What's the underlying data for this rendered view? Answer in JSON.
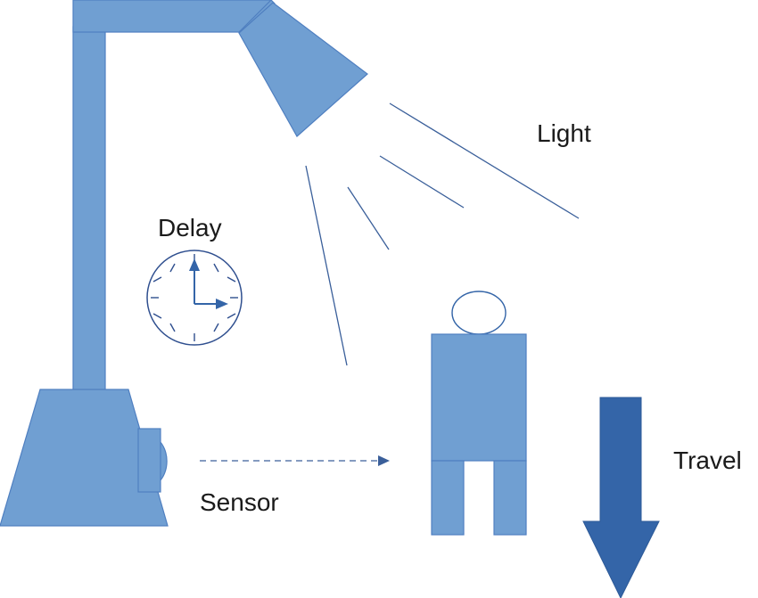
{
  "labels": {
    "light": "Light",
    "delay": "Delay",
    "sensor": "Sensor",
    "travel": "Travel"
  },
  "colors": {
    "fill": "#709fd2",
    "stroke": "#4472c4",
    "arrow": "#3465a8",
    "line": "#3a5f9a",
    "clock": "#2f4f8f"
  },
  "icons": {
    "lamp": "lamp-fixture",
    "clock": "clock-icon",
    "person": "person-figure",
    "arrow": "down-arrow"
  }
}
